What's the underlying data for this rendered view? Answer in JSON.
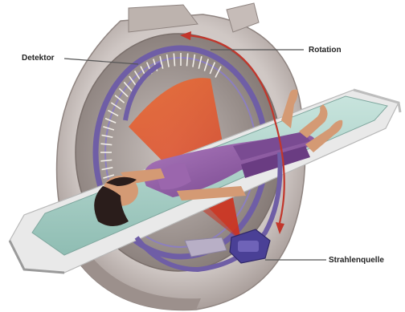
{
  "labels": {
    "detector": "Detektor",
    "rotation": "Rotation",
    "source": "Strahlenquelle"
  },
  "colors": {
    "gantry": "#cfc7c4",
    "gantry_shadow": "#a59a96",
    "bore_inner": "#8e8480",
    "table": "#a9cfc7",
    "table_frame": "#e6e6e6",
    "xray_fan": "#e3391b",
    "detector_ring": "#6f5ea6",
    "patient_skin": "#d49a74",
    "gown": "#8e5b9f",
    "arrow": "#c2362b",
    "leader_line": "#555555"
  }
}
